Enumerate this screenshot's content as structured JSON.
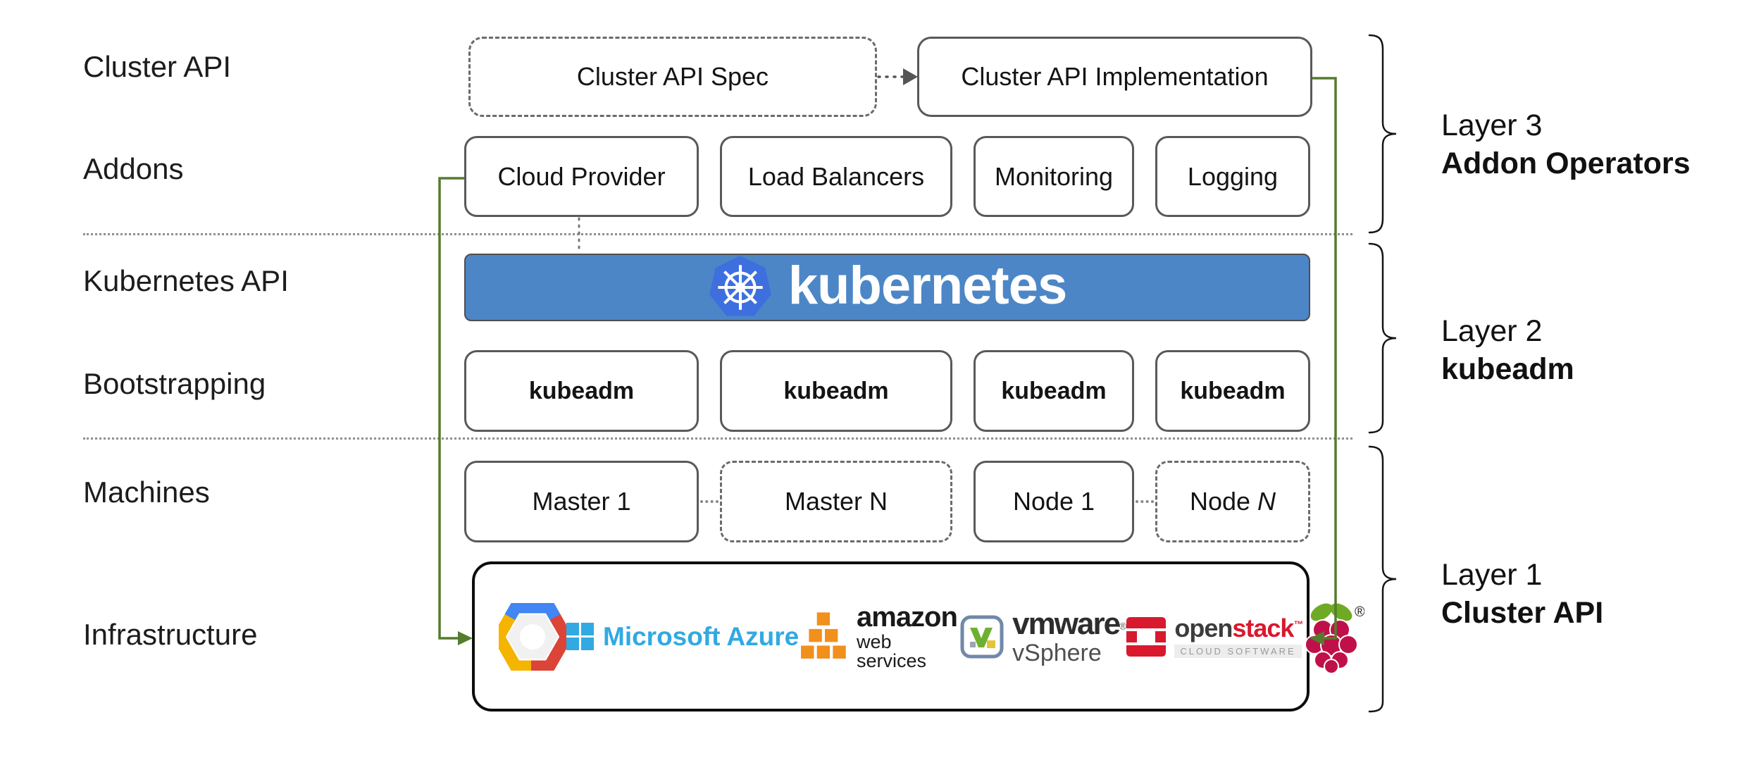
{
  "colors": {
    "accent_green": "#557C2D",
    "banner_blue": "#4C86C6",
    "k8s_logo_blue": "#3E6FDE",
    "border_gray": "#595959",
    "arrow_gray": "#555555",
    "azure_blue": "#31A9E2",
    "aws_orange": "#F1901C",
    "vmware_green": "#6FB033",
    "vmware_yellow": "#E5C438",
    "openstack_red": "#D8192E",
    "rpi_crimson": "#C0104A",
    "rpi_green": "#6FAA24",
    "gcp_blue": "#4285F4",
    "gcp_red": "#DB4437",
    "gcp_yellow": "#F4B400"
  },
  "left_labels": {
    "row1": "Cluster API",
    "row2": "Addons",
    "row3": "Kubernetes API",
    "row4": "Bootstrapping",
    "row5": "Machines",
    "row6": "Infrastructure"
  },
  "top_row": {
    "spec_label": "Cluster API Spec",
    "impl_label": "Cluster API Implementation"
  },
  "addons_row": {
    "box1": "Cloud Provider",
    "box2": "Load Balancers",
    "box3": "Monitoring",
    "box4": "Logging"
  },
  "banner": {
    "label": "kubernetes"
  },
  "bootstrapping_row": {
    "box1": "kubeadm",
    "box2": "kubeadm",
    "box3": "kubeadm",
    "box4": "kubeadm"
  },
  "machines_row": {
    "box1": "Master 1",
    "box2": "Master N",
    "box3": "Node 1",
    "box4_prefix": "Node ",
    "box4_suffix": "N"
  },
  "layer_labels": {
    "layer3_line1": "Layer 3",
    "layer3_line2": "Addon Operators",
    "layer2_line1": "Layer 2",
    "layer2_line2": "kubeadm",
    "layer1_line1": "Layer 1",
    "layer1_line2": "Cluster API"
  },
  "infrastructure": {
    "azure_text": "Microsoft Azure",
    "aws_title": "amazon",
    "aws_subtitle": "web services",
    "vmware_title": "vmware",
    "vmware_reg": "®",
    "vmware_subtitle": "vSphere",
    "openstack_open": "open",
    "openstack_stack": "stack",
    "openstack_tm": "™",
    "openstack_subtitle": "CLOUD SOFTWARE",
    "rpi_reg": "®"
  }
}
